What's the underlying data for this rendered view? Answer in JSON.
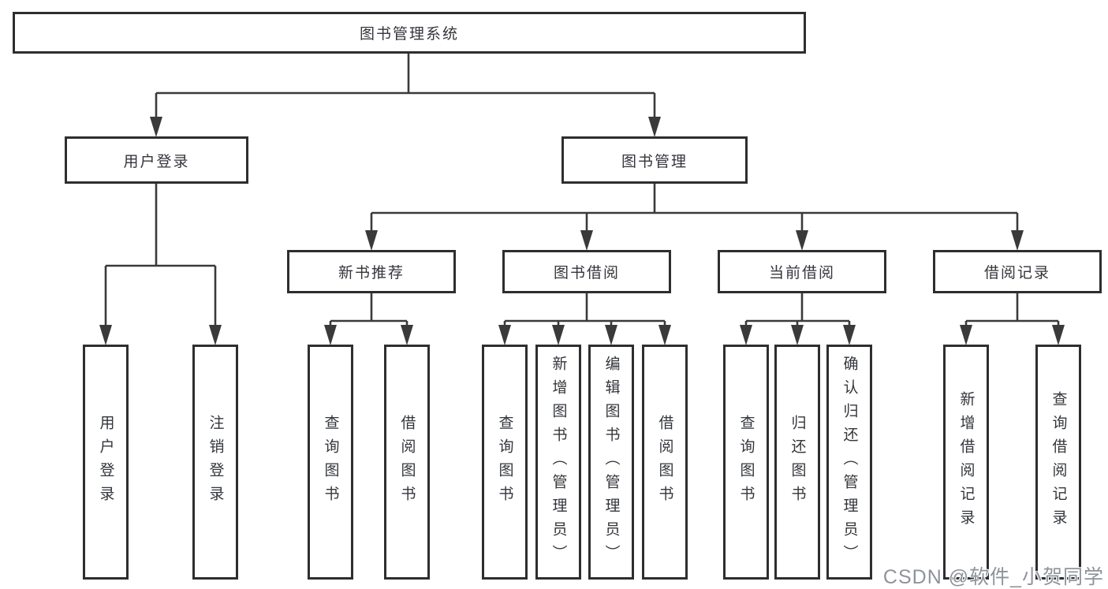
{
  "diagram": {
    "root": {
      "label": "图书管理系统"
    },
    "branches": [
      {
        "label": "用户登录",
        "children": [
          {
            "label": "用户登录"
          },
          {
            "label": "注销登录"
          }
        ]
      },
      {
        "label": "图书管理",
        "children": [
          {
            "label": "新书推荐",
            "children": [
              {
                "label": "查询图书"
              },
              {
                "label": "借阅图书"
              }
            ]
          },
          {
            "label": "图书借阅",
            "children": [
              {
                "label": "查询图书"
              },
              {
                "label": "新增图书（管理员）"
              },
              {
                "label": "编辑图书（管理员）"
              },
              {
                "label": "借阅图书"
              }
            ]
          },
          {
            "label": "当前借阅",
            "children": [
              {
                "label": "查询图书"
              },
              {
                "label": "归还图书"
              },
              {
                "label": "确认归还（管理员）"
              }
            ]
          },
          {
            "label": "借阅记录",
            "children": [
              {
                "label": "新增借阅记录"
              },
              {
                "label": "查询借阅记录"
              }
            ]
          }
        ]
      }
    ]
  },
  "watermark": {
    "text": "CSDN @软件_小贺同学"
  },
  "colors": {
    "line": "#3a3a3a",
    "border": "#2e2e2e",
    "text": "#33363b",
    "background": "#ffffff",
    "watermark": "#8f949a"
  }
}
